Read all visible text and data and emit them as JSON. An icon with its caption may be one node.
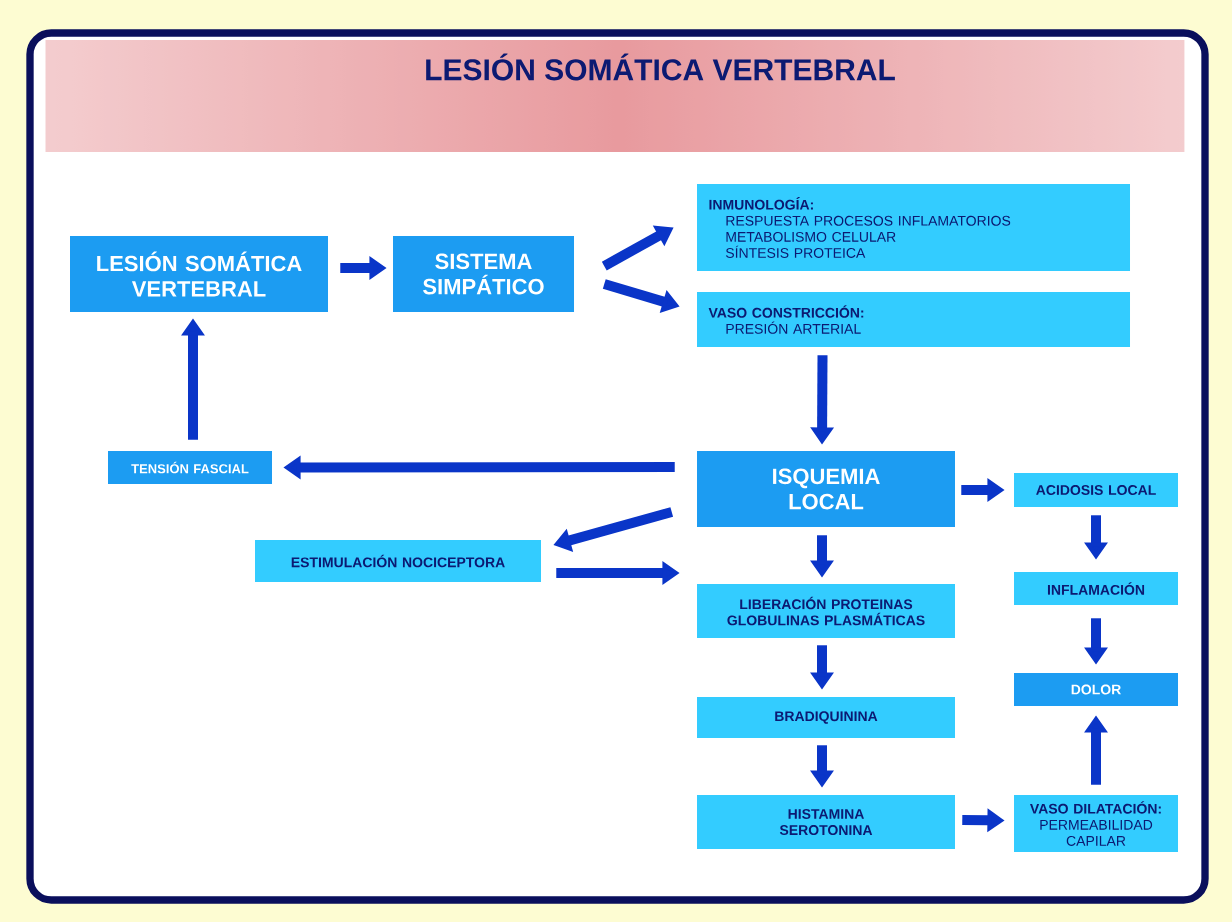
{
  "diagram": {
    "title": "LESIÓN SOMÁTICA VERTEBRAL",
    "nodes": [
      {
        "text": [
          "LESIÓN SOMÁTICA VERTEBRAL"
        ]
      },
      {
        "text": [
          "SISTEMA SIMPÁTICO"
        ]
      },
      {
        "text": [
          "INMUNOLOGÍA:",
          "RESPUESTA PROCESOS INFLAMATORIOS",
          "METABOLISMO CELULAR",
          "SÍNTESIS PROTEICA"
        ]
      },
      {
        "text": [
          "VASO CONSTRICCIÓN:",
          "PRESIÓN ARTERIAL"
        ]
      },
      {
        "text": [
          "TENSIÓN FASCIAL"
        ]
      },
      {
        "text": [
          "ISQUEMIA LOCAL"
        ]
      },
      {
        "text": [
          "ACIDOSIS LOCAL"
        ]
      },
      {
        "text": [
          "ESTIMULACIÓN NOCICEPTORA"
        ]
      },
      {
        "text": [
          "LIBERACIÓN PROTEINAS GLOBULINAS PLASMÁTICAS"
        ]
      },
      {
        "text": [
          "INFLAMACIÓN"
        ]
      },
      {
        "text": [
          "DOLOR"
        ]
      },
      {
        "text": [
          "BRADIQUININA"
        ]
      },
      {
        "text": [
          "HISTAMINA SEROTONINA"
        ]
      },
      {
        "text": [
          "VASO DILATACIÓN:",
          "PERMEABILIDAD CAPILAR"
        ]
      }
    ],
    "edges": [
      {
        "from": 0,
        "to": 1,
        "arrow": "to"
      },
      {
        "from": 1,
        "to": 2,
        "arrow": "to"
      },
      {
        "from": 1,
        "to": 3,
        "arrow": "to"
      },
      {
        "from": 3,
        "to": 5,
        "arrow": "to"
      },
      {
        "from": 5,
        "to": 4,
        "arrow": "to"
      },
      {
        "from": 4,
        "to": 0,
        "arrow": "to"
      },
      {
        "from": 5,
        "to": 7,
        "arrow": "to"
      },
      {
        "from": 7,
        "to": 8,
        "arrow": "to"
      },
      {
        "from": 5,
        "to": 6,
        "arrow": "to"
      },
      {
        "from": 5,
        "to": 8,
        "arrow": "to"
      },
      {
        "from": 6,
        "to": 9,
        "arrow": "to"
      },
      {
        "from": 9,
        "to": 10,
        "arrow": "to"
      },
      {
        "from": 8,
        "to": 11,
        "arrow": "to"
      },
      {
        "from": 11,
        "to": 12,
        "arrow": "to"
      },
      {
        "from": 12,
        "to": 13,
        "arrow": "to"
      },
      {
        "from": 13,
        "to": 10,
        "arrow": "to"
      }
    ]
  }
}
